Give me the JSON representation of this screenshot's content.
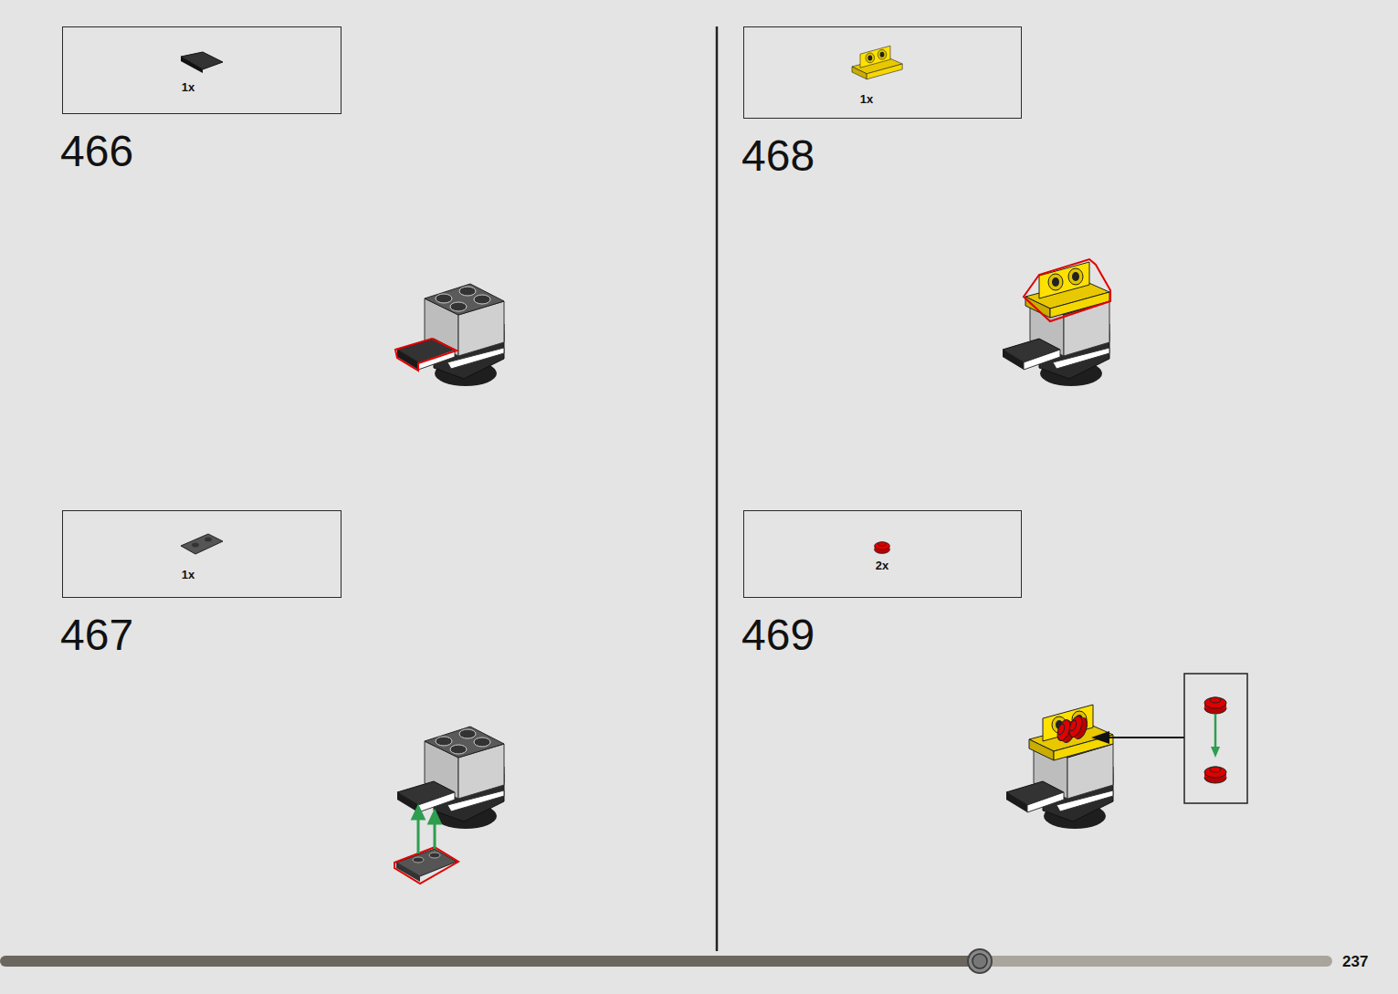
{
  "diagram": {
    "nodes": [
      {
        "text": [
          "1x"
        ]
      },
      {
        "text": [
          "1x"
        ]
      },
      {
        "text": [
          "1x"
        ]
      },
      {
        "text": [
          "2x"
        ]
      }
    ],
    "labels": [
      "466",
      "467",
      "468",
      "469",
      "237"
    ]
  }
}
